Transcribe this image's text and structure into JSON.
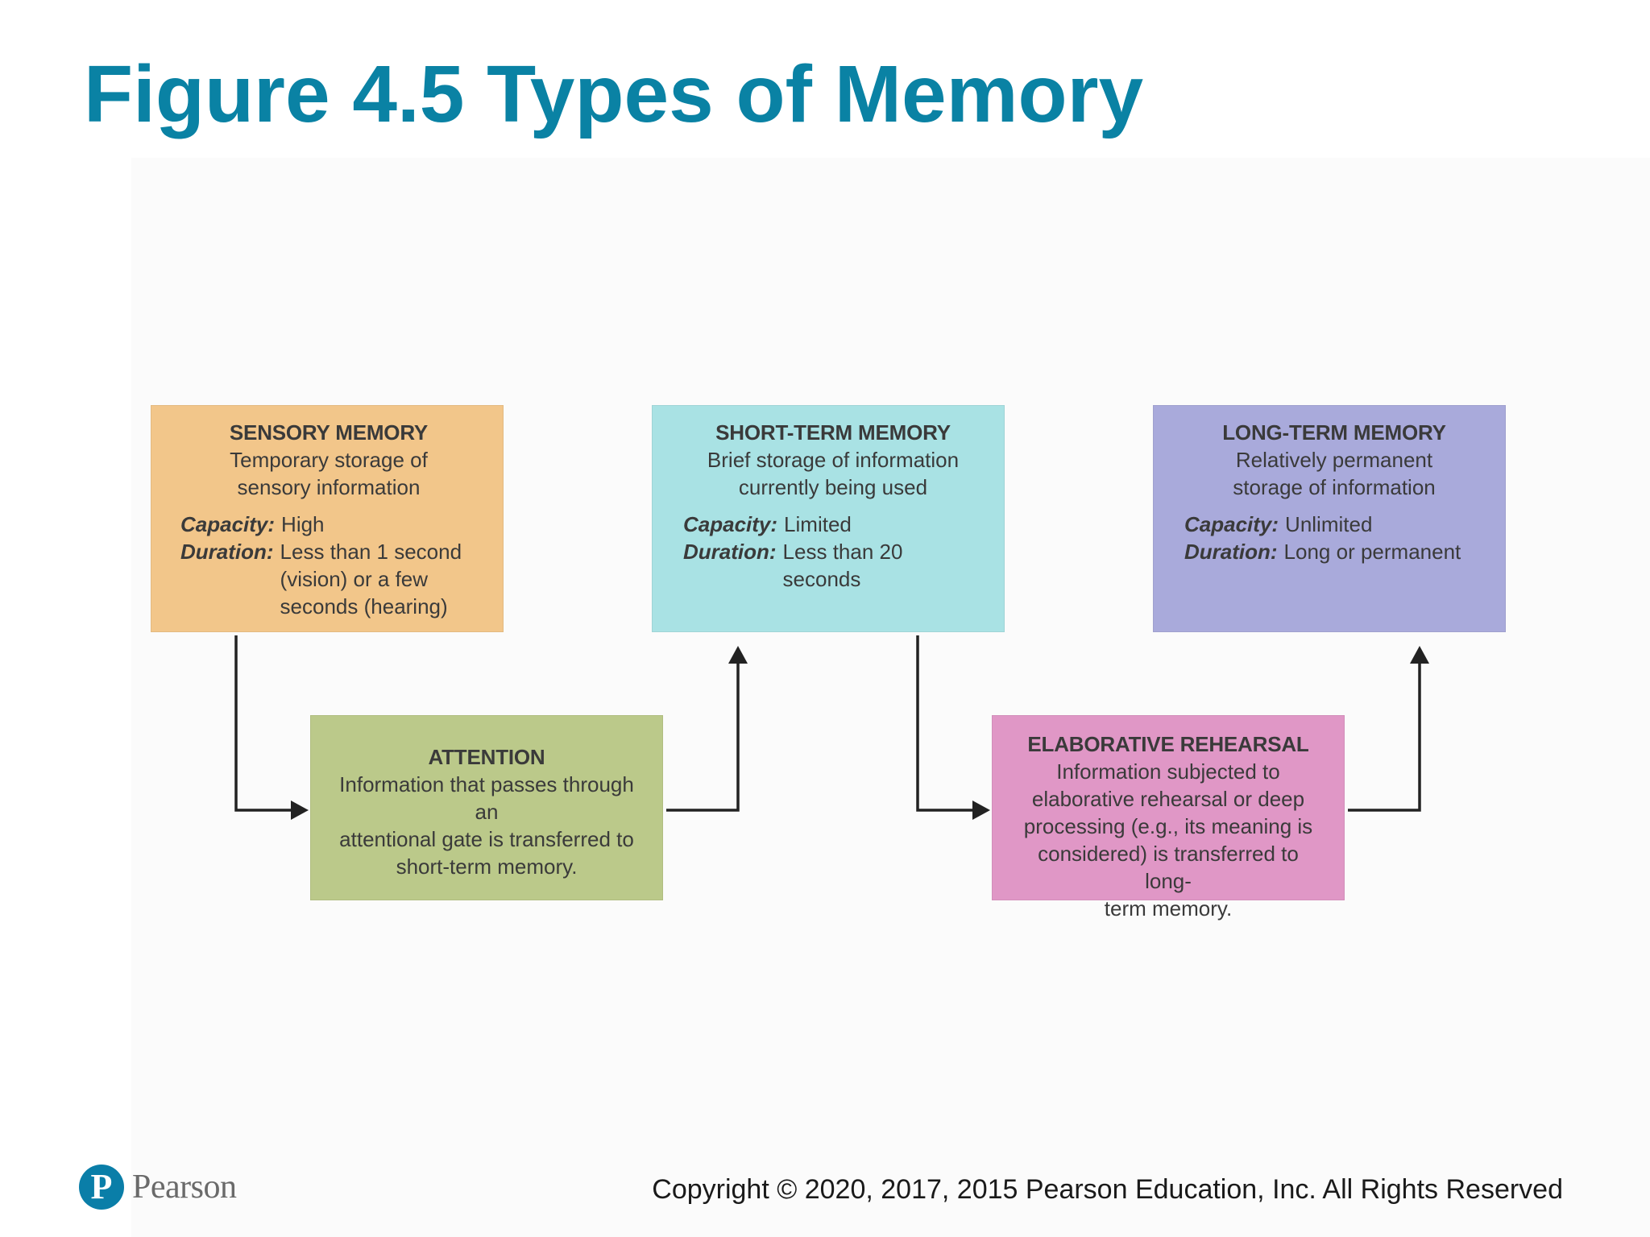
{
  "slide": {
    "title": "Figure 4.5 Types of Memory"
  },
  "colors": {
    "title": "#0a82a4",
    "sensory": "#f2c68a",
    "short_term": "#a9e2e4",
    "long_term": "#a9aadb",
    "attention": "#bbc98a",
    "elaborative": "#e097c6",
    "arrow": "#222222",
    "logo": "#0a7ea8"
  },
  "diagram": {
    "sensory": {
      "heading": "SENSORY MEMORY",
      "desc_line1": "Temporary storage of",
      "desc_line2": "sensory information",
      "capacity_label": "Capacity:",
      "capacity_value": "High",
      "duration_label": "Duration:",
      "duration_value": "Less than 1 second (vision) or a few seconds (hearing)"
    },
    "short_term": {
      "heading": "SHORT-TERM MEMORY",
      "desc_line1": "Brief storage of information",
      "desc_line2": "currently being used",
      "capacity_label": "Capacity:",
      "capacity_value": "Limited",
      "duration_label": "Duration:",
      "duration_value": "Less than 20 seconds"
    },
    "long_term": {
      "heading": "LONG-TERM MEMORY",
      "desc_line1": "Relatively permanent",
      "desc_line2": "storage of information",
      "capacity_label": "Capacity:",
      "capacity_value": "Unlimited",
      "duration_label": "Duration:",
      "duration_value": "Long or permanent"
    },
    "attention": {
      "heading": "ATTENTION",
      "desc_line1": "Information that passes through an",
      "desc_line2": "attentional gate is transferred to",
      "desc_line3": "short-term memory."
    },
    "elaborative": {
      "heading": "ELABORATIVE REHEARSAL",
      "desc_line1": "Information subjected to",
      "desc_line2": "elaborative rehearsal or deep",
      "desc_line3": "processing (e.g., its meaning is",
      "desc_line4": "considered) is transferred to long-",
      "desc_line5": "term memory."
    }
  },
  "footer": {
    "logo_letter": "P",
    "logo_text": "Pearson",
    "copyright": "Copyright © 2020, 2017, 2015 Pearson Education, Inc. All Rights Reserved"
  }
}
